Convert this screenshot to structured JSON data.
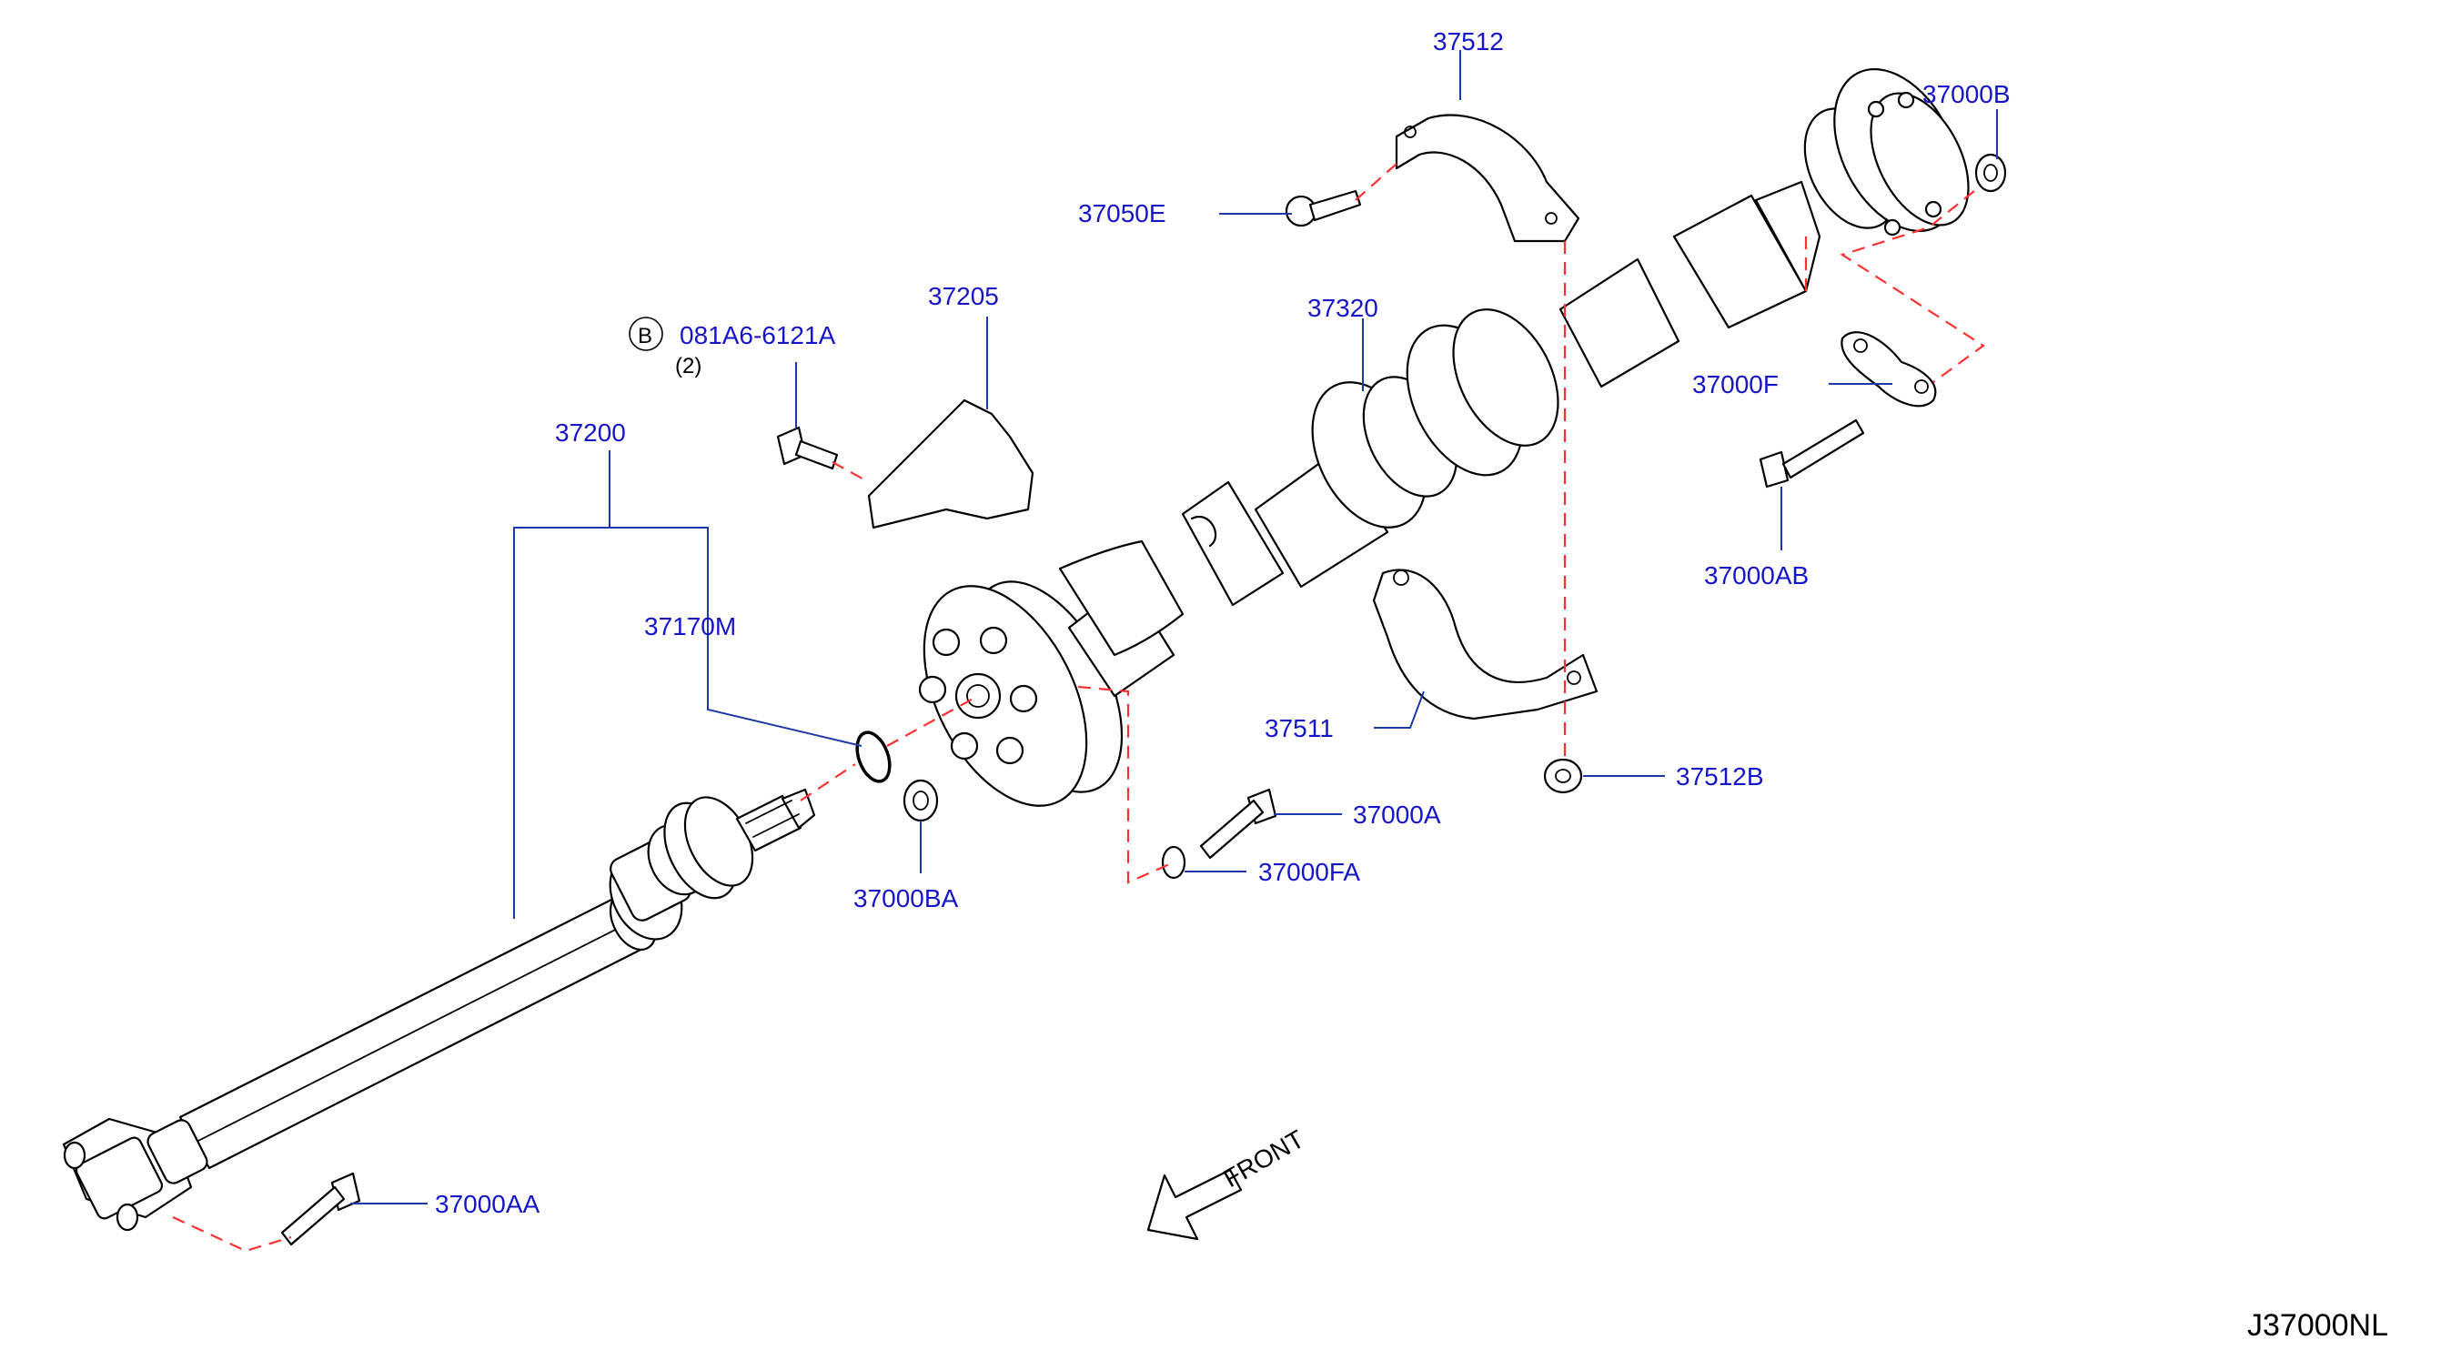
{
  "diagram": {
    "part_labels": {
      "p37512": "37512",
      "p37000B": "37000B",
      "p37050E": "37050E",
      "p37205": "37205",
      "p37320": "37320",
      "bolt_ref": "081A6-6121A",
      "bolt_ref_qty": "(2)",
      "bolt_ref_circle": "B",
      "p37200": "37200",
      "p37000F": "37000F",
      "p37000AB": "37000AB",
      "p37170M": "37170M",
      "p37511": "37511",
      "p37512B": "37512B",
      "p37000A": "37000A",
      "p37000BA": "37000BA",
      "p37000FA": "37000FA",
      "p37000AA": "37000AA"
    },
    "front_label": "FRONT",
    "diagram_code": "J37000NL",
    "colors": {
      "label": "#1616c8",
      "leader": "#1e3aa8",
      "dashed": "#ff3030",
      "line": "#000000"
    }
  }
}
